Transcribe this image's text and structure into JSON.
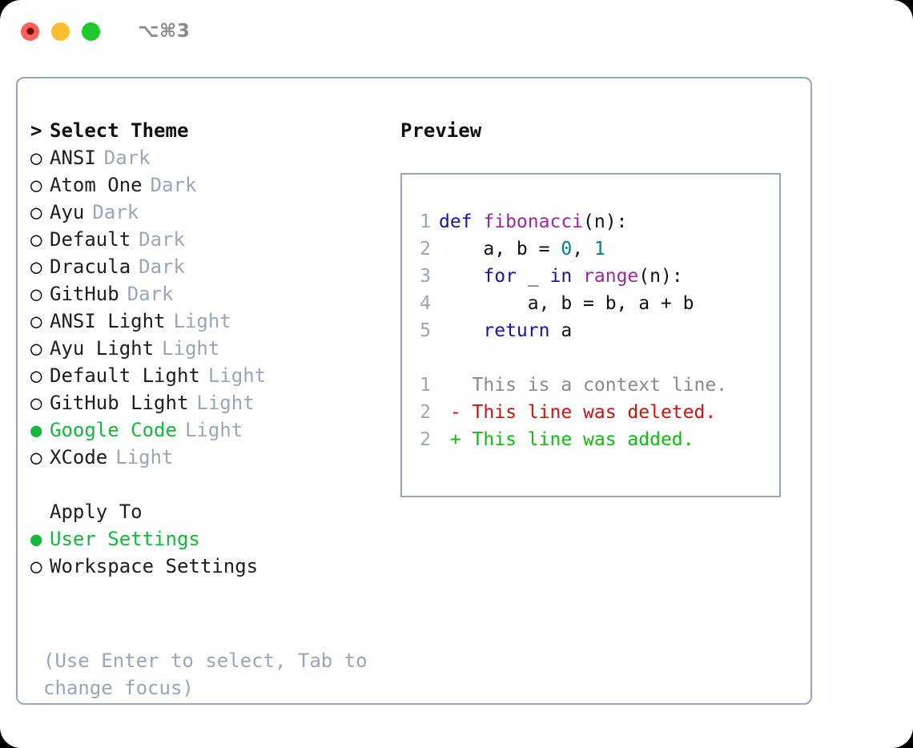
{
  "window": {
    "shortcut": "⌥⌘3",
    "traffic_lights": [
      {
        "name": "close-button",
        "color": "#fb5f57"
      },
      {
        "name": "minimize-button",
        "color": "#fcbd2e"
      },
      {
        "name": "maximize-button",
        "color": "#1fc82c"
      }
    ]
  },
  "theme_picker": {
    "prompt_prefix": ">",
    "title": "Select Theme",
    "unselected_bullet": "○",
    "selected_bullet": "●",
    "items": [
      {
        "label": "ANSI",
        "badge": "Dark",
        "selected": false
      },
      {
        "label": "Atom One",
        "badge": "Dark",
        "selected": false
      },
      {
        "label": "Ayu",
        "badge": "Dark",
        "selected": false
      },
      {
        "label": "Default",
        "badge": "Dark",
        "selected": false
      },
      {
        "label": "Dracula",
        "badge": "Dark",
        "selected": false
      },
      {
        "label": "GitHub",
        "badge": "Dark",
        "selected": false
      },
      {
        "label": "ANSI Light",
        "badge": "Light",
        "selected": false
      },
      {
        "label": "Ayu Light",
        "badge": "Light",
        "selected": false
      },
      {
        "label": "Default Light",
        "badge": "Light",
        "selected": false
      },
      {
        "label": "GitHub Light",
        "badge": "Light",
        "selected": false
      },
      {
        "label": "Google Code",
        "badge": "Light",
        "selected": true
      },
      {
        "label": "XCode",
        "badge": "Light",
        "selected": false
      }
    ]
  },
  "apply_to": {
    "title": "Apply To",
    "items": [
      {
        "label": "User Settings",
        "selected": true
      },
      {
        "label": "Workspace Settings",
        "selected": false
      }
    ]
  },
  "hint": "(Use Enter to select, Tab to change focus)",
  "preview": {
    "title": "Preview",
    "code_lines": [
      {
        "n": "1",
        "tokens": [
          {
            "t": "def ",
            "c": "kw"
          },
          {
            "t": "fibonacci",
            "c": "fn"
          },
          {
            "t": "(n):",
            "c": "pl"
          }
        ]
      },
      {
        "n": "2",
        "tokens": [
          {
            "t": "    a, b = ",
            "c": "pl"
          },
          {
            "t": "0",
            "c": "num"
          },
          {
            "t": ", ",
            "c": "pl"
          },
          {
            "t": "1",
            "c": "num"
          }
        ]
      },
      {
        "n": "3",
        "tokens": [
          {
            "t": "    ",
            "c": "pl"
          },
          {
            "t": "for",
            "c": "kw"
          },
          {
            "t": " _ ",
            "c": "pl"
          },
          {
            "t": "in",
            "c": "kw"
          },
          {
            "t": " ",
            "c": "pl"
          },
          {
            "t": "range",
            "c": "fn"
          },
          {
            "t": "(n):",
            "c": "pl"
          }
        ]
      },
      {
        "n": "4",
        "tokens": [
          {
            "t": "        a, b = b, a + b",
            "c": "pl"
          }
        ]
      },
      {
        "n": "5",
        "tokens": [
          {
            "t": "    ",
            "c": "pl"
          },
          {
            "t": "return",
            "c": "kw"
          },
          {
            "t": " a",
            "c": "pl"
          }
        ]
      }
    ],
    "diff_lines": [
      {
        "n": "1",
        "marker": " ",
        "text": "This is a context line.",
        "kind": "ctx"
      },
      {
        "n": "2",
        "marker": "-",
        "text": "This line was deleted.",
        "kind": "del"
      },
      {
        "n": "2",
        "marker": "+",
        "text": "This line was added.",
        "kind": "add"
      }
    ]
  },
  "colors": {
    "accent_green": "#14b83c",
    "muted": "#9aa6b8",
    "border": "#9aa6b8",
    "keyword": "#1714a8",
    "function": "#9c27a0",
    "number": "#008080",
    "diff_delete": "#cc1111",
    "diff_add": "#11bb11",
    "diff_context": "#8a8a8a"
  }
}
